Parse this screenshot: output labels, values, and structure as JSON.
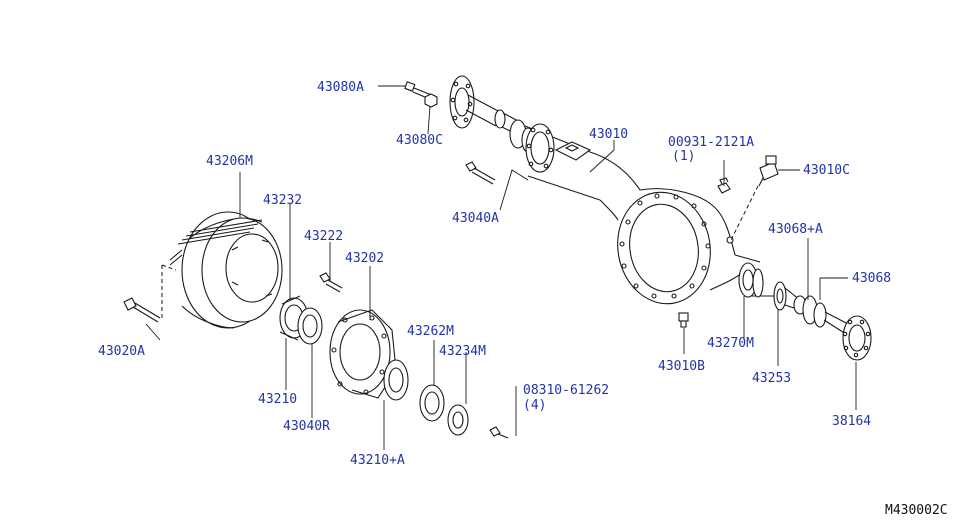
{
  "diagram": {
    "reference_code": "M430002C",
    "labels": [
      {
        "id": "43080A",
        "text": "43080A"
      },
      {
        "id": "43080C",
        "text": "43080C"
      },
      {
        "id": "43010",
        "text": "43010"
      },
      {
        "id": "00931-2121A",
        "text": "00931-2121A"
      },
      {
        "id": "00931-2121A-qty",
        "text": "(1)"
      },
      {
        "id": "43010C",
        "text": "43010C"
      },
      {
        "id": "43206M",
        "text": "43206M"
      },
      {
        "id": "43232",
        "text": "43232"
      },
      {
        "id": "43040A",
        "text": "43040A"
      },
      {
        "id": "43222",
        "text": "43222"
      },
      {
        "id": "43202",
        "text": "43202"
      },
      {
        "id": "43068+A",
        "text": "43068+A"
      },
      {
        "id": "43068",
        "text": "43068"
      },
      {
        "id": "43262M",
        "text": "43262M"
      },
      {
        "id": "43234M",
        "text": "43234M"
      },
      {
        "id": "43020A",
        "text": "43020A"
      },
      {
        "id": "43270M",
        "text": "43270M"
      },
      {
        "id": "43010B",
        "text": "43010B"
      },
      {
        "id": "43253",
        "text": "43253"
      },
      {
        "id": "08310-61262",
        "text": "08310-61262"
      },
      {
        "id": "08310-61262-qty",
        "text": "(4)"
      },
      {
        "id": "43210",
        "text": "43210"
      },
      {
        "id": "43040R",
        "text": "43040R"
      },
      {
        "id": "38164",
        "text": "38164"
      },
      {
        "id": "43210+A",
        "text": "43210+A"
      }
    ]
  }
}
